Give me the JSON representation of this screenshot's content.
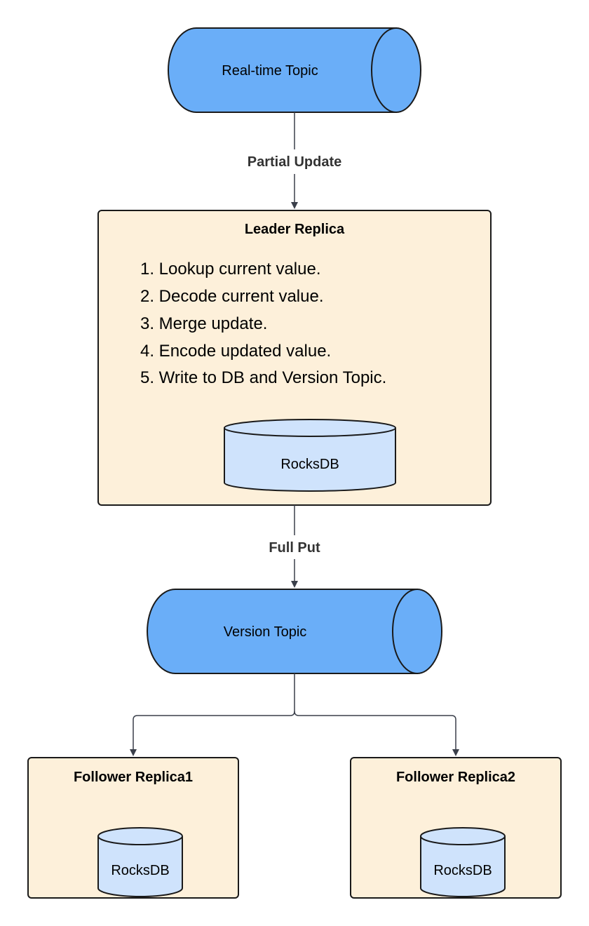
{
  "topics": {
    "realtime": {
      "label": "Real-time Topic"
    },
    "version": {
      "label": "Version Topic"
    }
  },
  "edges": {
    "partial_update": "Partial Update",
    "full_put": "Full Put"
  },
  "leader": {
    "title": "Leader Replica",
    "steps": [
      "1. Lookup current value.",
      "2. Decode current value.",
      "3. Merge update.",
      "4. Encode updated value.",
      "5. Write to DB and Version Topic."
    ],
    "db_label": "RocksDB"
  },
  "followers": [
    {
      "title": "Follower Replica1",
      "db_label": "RocksDB"
    },
    {
      "title": "Follower Replica2",
      "db_label": "RocksDB"
    }
  ],
  "colors": {
    "topic_fill": "#6aaef8",
    "replica_fill": "#fdf0da",
    "db_fill": "#cfe3fc",
    "stroke": "#1a1a1a",
    "arrow": "#3a3f4a"
  }
}
